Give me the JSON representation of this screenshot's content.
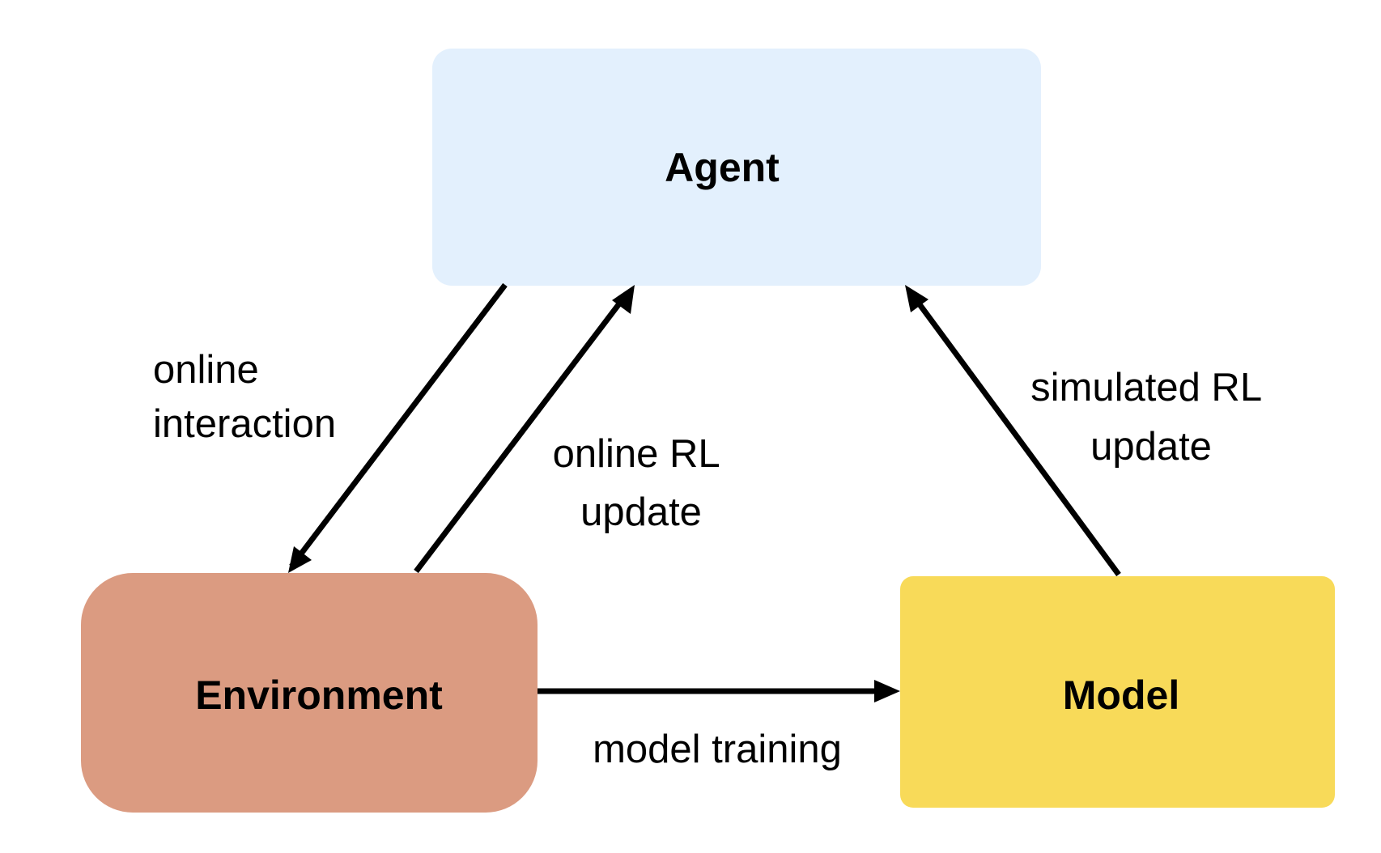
{
  "nodes": {
    "agent": {
      "label": "Agent",
      "fill": "#e3f0fd"
    },
    "environment": {
      "label": "Environment",
      "fill": "#db9b81"
    },
    "model": {
      "label": "Model",
      "fill": "#f8da59"
    }
  },
  "edges": {
    "online_interaction": {
      "lines": [
        "online",
        "interaction"
      ]
    },
    "online_rl_update": {
      "lines": [
        "online RL",
        "update"
      ]
    },
    "simulated_rl_update": {
      "lines": [
        "simulated RL",
        "update"
      ]
    },
    "model_training": {
      "lines": [
        "model training"
      ]
    }
  },
  "colors": {
    "arrow": "#000000",
    "text": "#000000",
    "background": "#ffffff"
  }
}
